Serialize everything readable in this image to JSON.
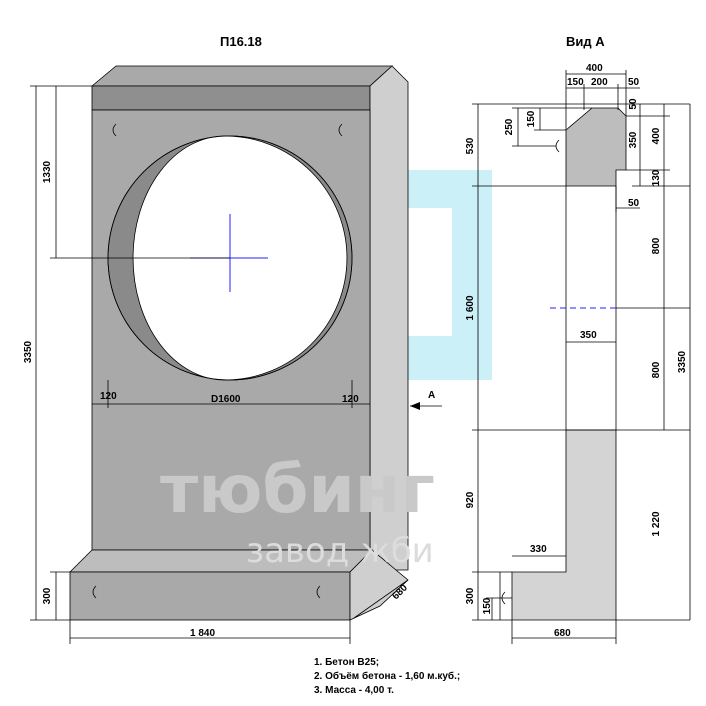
{
  "titles": {
    "main": "П16.18",
    "side": "Вид А"
  },
  "front_dims": {
    "h1330": "1330",
    "h3350": "3350",
    "h300": "300",
    "left120": "120",
    "d1600": "D1600",
    "right120": "120",
    "w1840": "1 840",
    "depth680": "680",
    "arrow_a": "А"
  },
  "side_dims": {
    "w400": "400",
    "w150": "150",
    "w200": "200",
    "w50a": "50",
    "h50": "50",
    "h250": "250",
    "h150top": "150",
    "h530": "530",
    "h350": "350",
    "h400": "400",
    "h130": "130",
    "w50b": "50",
    "h800a": "800",
    "h1600": "1 600",
    "w350": "350",
    "h800b": "800",
    "h3350": "3350",
    "h920": "920",
    "h1220": "1 220",
    "w330": "330",
    "h300": "300",
    "h150bot": "150",
    "w680": "680"
  },
  "notes": [
    "1. Бетон В25;",
    "2. Объём бетона - 1,60 м.куб.;",
    "3. Масса - 4,00 т."
  ],
  "watermark": {
    "line1": "тюбинг",
    "line2": "завод жби"
  }
}
